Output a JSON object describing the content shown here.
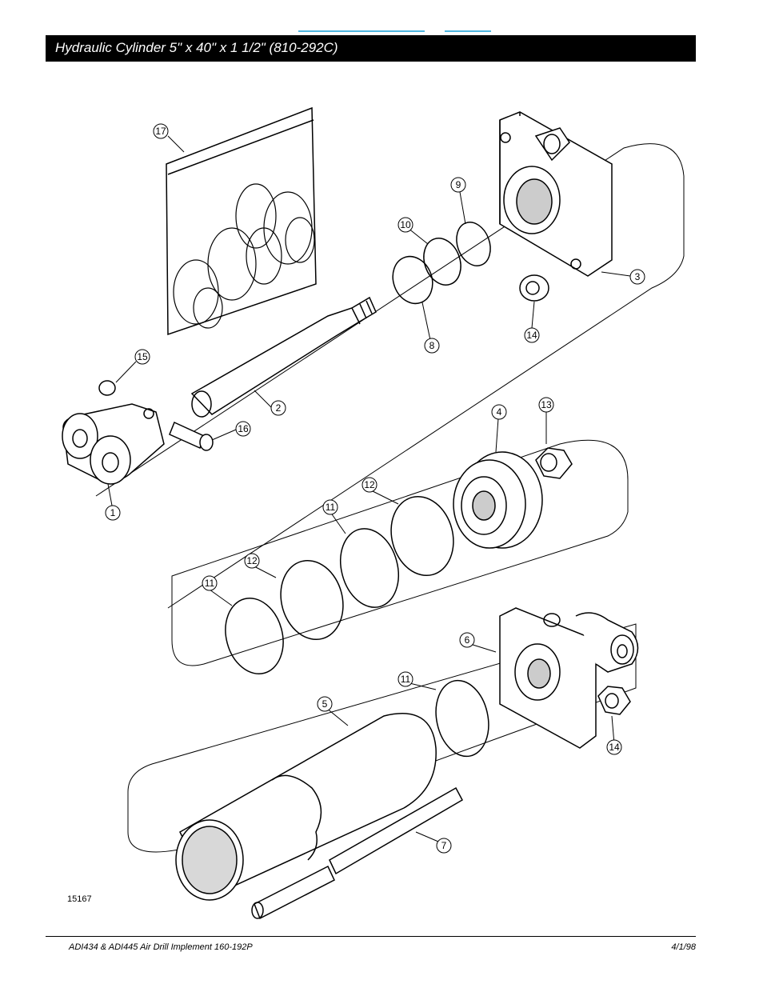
{
  "header": {
    "title": "Hydraulic Cylinder 5\" x 40\" x 1 1/2\" (810-292C)"
  },
  "figure": {
    "number": "15167",
    "callouts": [
      "17",
      "10",
      "9",
      "3",
      "14",
      "8",
      "2",
      "15",
      "16",
      "1",
      "4",
      "13",
      "12",
      "11",
      "12",
      "11",
      "6",
      "11",
      "5",
      "14",
      "7"
    ]
  },
  "footer": {
    "left": "ADI434 & ADI445 Air Drill Implement   160-192P",
    "right": "4/1/98"
  }
}
